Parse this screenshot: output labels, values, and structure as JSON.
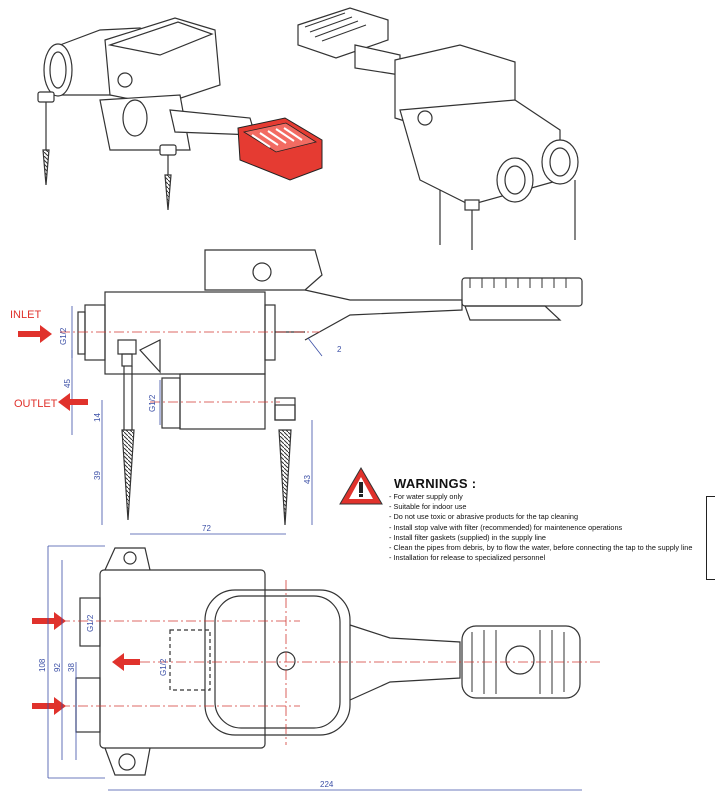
{
  "labels": {
    "inlet": "INLET",
    "outlet": "OUTLET"
  },
  "warnings": {
    "title": "WARNINGS :",
    "items": [
      "- For water supply only",
      "- Suitable for indoor use",
      "- Do not use toxic or abrasive products for the tap cleaning",
      "- Install stop valve with filter (recommended) for maintenence operations",
      "- Install filter gaskets (supplied) in the supply line",
      "- Clean the pipes from debris, by to flow the water, before connecting the tap to the supply line",
      "- Installation for release to specialized personnel"
    ]
  },
  "dimensions": {
    "thread_inlet_side": "G1/2",
    "thread_outlet_side": "G1/2",
    "thread_top_1": "G1/2",
    "thread_top_2": "G1/2",
    "dim_45": "45",
    "dim_14": "14",
    "dim_39": "39",
    "dim_43": "43",
    "dim_2": "2",
    "dim_72": "72",
    "dim_108": "108",
    "dim_92": "92",
    "dim_38": "38",
    "dim_224": "224"
  },
  "colors": {
    "line": "#333333",
    "accent_red": "#e0322c",
    "centerline_red": "#d23a34",
    "dim_blue": "#3b4fa6",
    "pedal_red": "#e53b32"
  }
}
